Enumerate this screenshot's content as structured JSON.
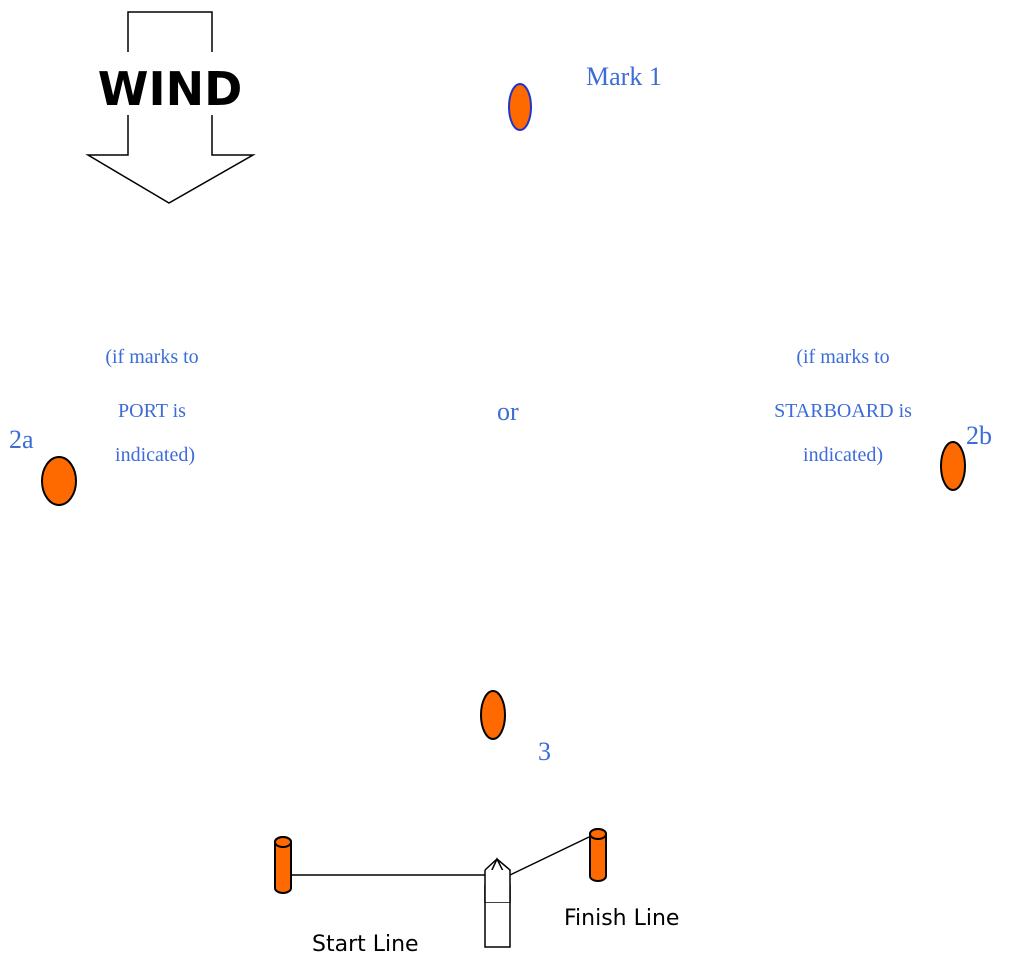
{
  "wind": {
    "label": "WIND"
  },
  "marks": {
    "mark1": "Mark 1",
    "mark2a": "2a",
    "mark2b": "2b",
    "mark3": "3"
  },
  "notes": {
    "port": [
      "(if marks to",
      "PORT is",
      "indicated)"
    ],
    "starboard": [
      "(if marks to",
      "STARBOARD is",
      "indicated)"
    ],
    "or": "or"
  },
  "lines": {
    "start": "Start Line",
    "finish": "Finish Line"
  },
  "colors": {
    "buoy": "#ff6a00",
    "label_blue": "#3b6cd8",
    "mark1_outline": "#2233cc"
  }
}
